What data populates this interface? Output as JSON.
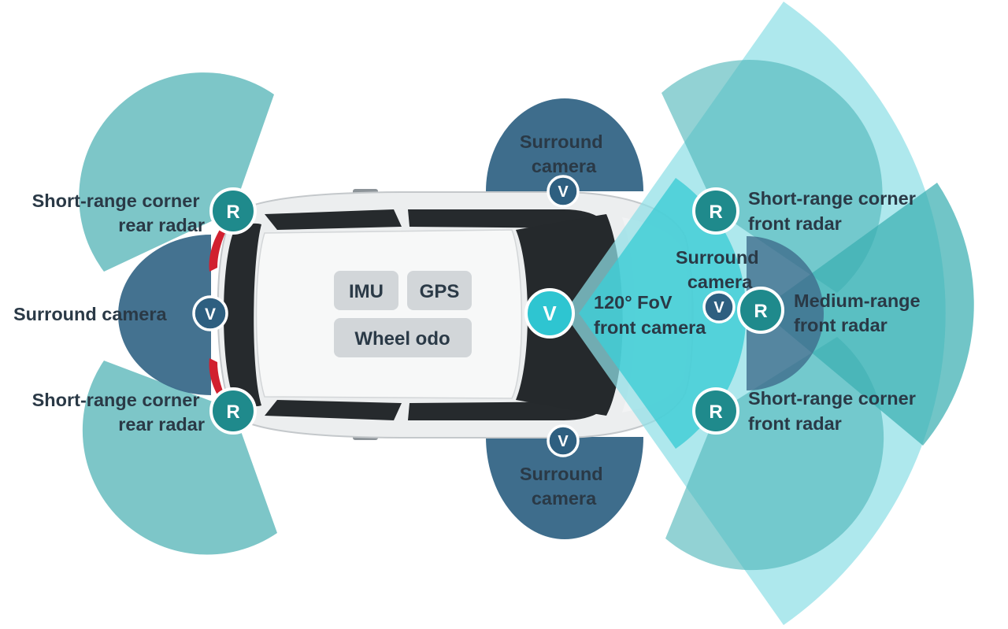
{
  "colors": {
    "radar_zone": "#7dc6c8",
    "camera_zone": "#3e6d8c",
    "front_camera_zone": "#4fd0d8",
    "wide_zone": "#8fdfe6",
    "radar_badge": "#1f8a8c",
    "camera_badge": "#2e5f80",
    "front_camera_badge": "#2ec5d1",
    "chip_bg": "#d2d6d9",
    "label_text": "#2a3946"
  },
  "sensor_badges": {
    "radar": "R",
    "camera": "V"
  },
  "onboard_sensors": {
    "imu": "IMU",
    "gps": "GPS",
    "wheel_odometry": "Wheel odo"
  },
  "labels": {
    "rear_left_radar": [
      "Short-range corner",
      "rear radar"
    ],
    "rear_camera": "Surround camera",
    "rear_right_radar": [
      "Short-range corner",
      "rear radar"
    ],
    "top_camera": [
      "Surround",
      "camera"
    ],
    "bottom_camera": [
      "Surround",
      "camera"
    ],
    "front_camera": [
      "120° FoV",
      "front camera"
    ],
    "front_surround_camera": [
      "Surround",
      "camera"
    ],
    "front_left_radar": [
      "Short-range corner",
      "front radar"
    ],
    "front_medium_radar": [
      "Medium-range",
      "front radar"
    ],
    "front_right_radar": [
      "Short-range corner",
      "front radar"
    ]
  }
}
